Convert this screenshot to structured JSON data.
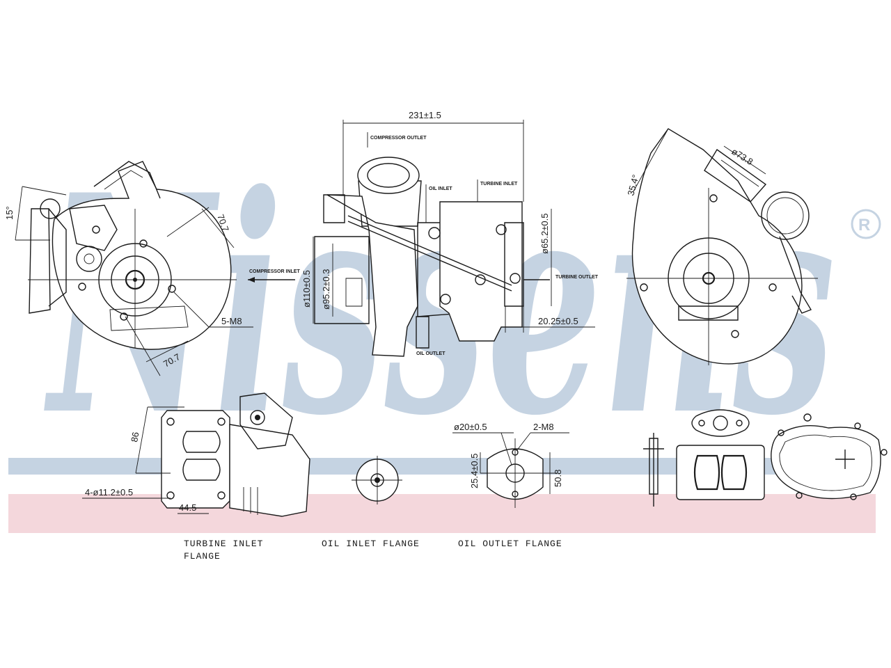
{
  "brand": {
    "watermark": "Nissens",
    "registered": "®",
    "watermark_color": "#c5d3e2",
    "band_color": "#f4d7dc"
  },
  "dimensions": {
    "overall_length": "231±1.5",
    "compressor_outlet": "COMPRESSOR OUTLET",
    "compressor_inlet": "COMPRESSOR INLET",
    "turbine_inlet": "TURBINE INLET",
    "turbine_outlet": "TURBINE OUTLET",
    "oil_inlet": "OIL INLET",
    "oil_outlet": "OIL OUTLET",
    "d110": "ø110±0.5",
    "d95": "ø95.2±0.3",
    "d65": "ø65.2±0.5",
    "offset_2025": "20.25±0.5",
    "angle_15": "15°",
    "len_707a": "70.7",
    "len_707b": "70.7",
    "bolts_5m8": "5-M8",
    "angle_35": "35.4°",
    "d738": "ø73.8",
    "h86": "86",
    "holes_4": "4-ø11.2±0.5",
    "w445": "44.5",
    "d20": "ø20±0.5",
    "bolts_2m8": "2-M8",
    "h254": "25.4±0.5",
    "h508": "50.8"
  },
  "captions": {
    "turbine_inlet_flange_1": "TURBINE INLET",
    "turbine_inlet_flange_2": "FLANGE",
    "oil_inlet_flange": "OIL INLET FLANGE",
    "oil_outlet_flange": "OIL OUTLET FLANGE"
  }
}
